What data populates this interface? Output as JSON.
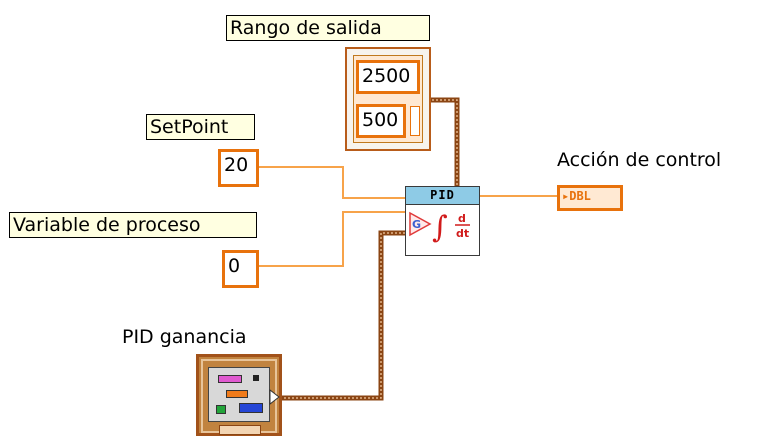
{
  "labels": {
    "rango_salida": "Rango de salida",
    "setpoint": "SetPoint",
    "variable_proceso": "Variable de proceso",
    "accion_control": "Acción de control",
    "pid_ganancia": "PID ganancia"
  },
  "controls": {
    "rango_salida_values": [
      "2500",
      "500"
    ],
    "setpoint_value": "20",
    "variable_proceso_value": "0"
  },
  "pid_vi": {
    "header": "PID",
    "icon": "pid-integral-derivative-icon"
  },
  "indicator": {
    "text": "▸DBL"
  },
  "colors": {
    "numeric_wire": "#f7a34a",
    "cluster_wire": "#8b4513",
    "control_border": "#e8720c",
    "label_background": "#ffffe1",
    "pid_header": "#8ecbe6"
  }
}
